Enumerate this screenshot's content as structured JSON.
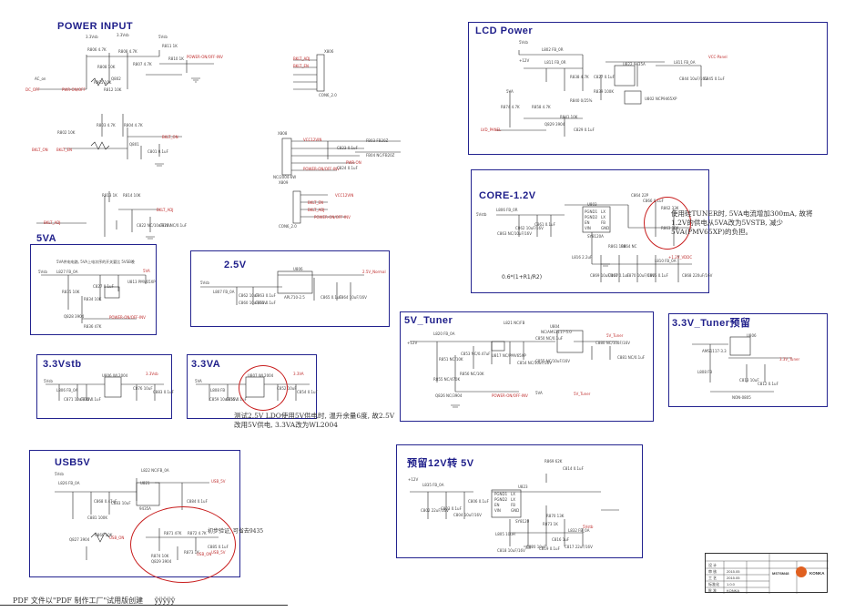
{
  "sections": {
    "power_input": "POWER INPUT",
    "lcd_power": "LCD Power",
    "core": "CORE-1.2V",
    "v5va": "5VA",
    "v25": "2.5V",
    "v5tuner": "5V_Tuner",
    "v33tuner": "3.3V_Tuner预留",
    "v33stb": "3.3Vstb",
    "v33va": "3.3VA",
    "usb5v": "USB5V",
    "reserve12v": "预留12V转 5V"
  },
  "notes": {
    "core_note": "使用硅TUNER时, 5VA电流增加300mA, 故将1.2V的供电从5VA改为5VSTB, 减少5VA(PMV65XP)的负担。",
    "core_formula": "0.6*(1+R1/R2)",
    "v33va_note": "测试2.5V LDO使用5V供电时, 温升余量6度, 故2.5V改用5V供电, 3.3VA改为WL2004",
    "usb_note": "初步验证, 可省去9435"
  },
  "labels": {
    "power_input": [
      "3.3Vsb",
      "3.3Vsb",
      "5Vsb",
      "R806 4.7K",
      "R808 4.7K",
      "R811 1K",
      "R808 10K",
      "R807 4.7K",
      "R810 1K",
      "R805 10K",
      "R812 10K",
      "Q802",
      "POWER-ON/OFF-INV",
      "PWR-ON/OFF",
      "AC_on",
      "DC_OFF",
      "R803 4.7K",
      "R804 4.7K",
      "R802 10K",
      "Q801",
      "C801 0.1uF",
      "BKLT_ON",
      "BKLT_ON",
      "BKLT_EN",
      "R813 1K",
      "R814 10K",
      "BKLT_ADJ",
      "BKLT_ADJ",
      "C822 NC/10uF/16V",
      "C821 NC/0.1uF",
      "X806",
      "BKLT_ADJ",
      "BKLT_EN",
      "CON6_2.0",
      "X808",
      "NC/2004-6W",
      "VCC12VIN",
      "POWER-ON/OFF-INV",
      "PWR-ON",
      "C823 0.1uF",
      "C824 0.1uF",
      "FB03 FB20Z",
      "FB04 NC/FB20Z",
      "X809",
      "CON6_2.0",
      "VCC12VIN",
      "BKLT_EN",
      "POWER-ON/OFF-INV",
      "BKLT_ADJ"
    ],
    "lcd_power": [
      "5Vsb",
      "L802 FB_0R",
      "L811 FB_0R",
      "+12V",
      "R838 4.7K",
      "C827 0.1uF",
      "U822 9435A",
      "L811 FB_0A",
      "VCC-Panel",
      "C844 10uF/16V",
      "C845 0.1uF",
      "R839 100K",
      "R840 0/25%",
      "U802 NCP9465XP",
      "5VA",
      "R874 4.7K",
      "R858 4.7K",
      "R841 10K",
      "Q829 3904",
      "LVD_PANEL",
      "C829 0.1uF"
    ],
    "core": [
      "5Vstb",
      "L806 FB_0R",
      "C863 NC/10uF/16V",
      "C862 10uF/16V",
      "C861 0.1uF",
      "U803",
      "PGND1",
      "PGND2",
      "EN",
      "VIN",
      "LX",
      "LX",
      "FB",
      "GND",
      "SY8120A",
      "R862 33K",
      "R863 10K",
      "C866 0.1uF",
      "C864 22P",
      "L810 FB_0A",
      "+1.2V_VDDC",
      "C868 220uF/16V",
      "C865 0.1uF",
      "L816 2.2uF",
      "C867 0.1uF",
      "C869 10uF/16V",
      "R861 10K",
      "C870 10uF/16V",
      "R864 NC"
    ],
    "v5va": [
      "5Vsb",
      "L827 FB_0A",
      "R835 10K",
      "C827 0.1uF",
      "U813 PMV65XP",
      "5VA",
      "R834 10K",
      "Q828 3904",
      "R836 47K",
      "POWER-ON/OFF-INV",
      "5VA供电电路, 5VA上电次序的开关要比 5VSB晚"
    ],
    "v25": [
      "5Vsb",
      "L807 FB_0A",
      "C860 10uF/16V",
      "C861 0.1uF",
      "U806",
      "APL710-2.5",
      "2.5V_Normal",
      "C865 0.1uF",
      "C864 10uF/16V",
      "C862 10uF",
      "C863 0.1uF"
    ],
    "v5tuner": [
      "+12V",
      "L820 FB_0A",
      "L821 NC/FB",
      "U804",
      "NC/AMS1117-5.0",
      "5V_Tuner",
      "C880 NC/10uF/16V",
      "C881 NC/0.1uF",
      "C853 NC/0.47uF",
      "R851 NC/10K",
      "U817 NC/PMV65XP",
      "R856 NC/10K",
      "R855 NC/470K",
      "Q826 NC/3904",
      "C854 NC/10uF/16V",
      "C850 NC/0.1uF",
      "POWER-ON/OFF-INV",
      "5VA",
      "5V_Tuner",
      "C855 NC/10uF/16V"
    ],
    "v33tuner": [
      "U806",
      "AMS1117-3.3",
      "3.3V_Tuner",
      "L808 FB",
      "C813 10uF",
      "C812 0.1uF",
      "NON-0805"
    ],
    "v33stb": [
      "5Vsb",
      "L806 FB_0A",
      "U806 WL2004",
      "3.3Vsb",
      "C871 10uF/16V",
      "C872 0.1uF",
      "C876 10uF",
      "C883 0.1uF"
    ],
    "v33va": [
      "5VA",
      "L808 FB",
      "U807 WL2004",
      "3.3VA",
      "C859 10uF/16V",
      "C855 0.1uF",
      "C852 10uF",
      "C854 0.1uF"
    ],
    "usb5v": [
      "5Vsb",
      "L826 FB_0A",
      "L822 NC/FB_0A",
      "U821",
      "9435A",
      "USB_5V",
      "C884 0.1uF",
      "C868 0.47uF",
      "C883 10uF",
      "C881 100K",
      "R871 47K",
      "R872 4.7K",
      "R873 1K",
      "R866 10K",
      "R874 10K",
      "Q827 3904",
      "Q829 3904",
      "USB_ON",
      "USB_ON",
      "USB_5V",
      "C885 0.1uF"
    ],
    "reserve12v": [
      "+12V",
      "L835 FB_0A",
      "C802 22uF/16V",
      "C803 0.1uF",
      "C804 10uF/16V",
      "C806 0.1uF",
      "U823",
      "PGND1",
      "PGND2",
      "EN",
      "VIN",
      "LX",
      "LX",
      "FB",
      "GND",
      "SY8120",
      "R869 62K",
      "R870 13K",
      "C814 0.1uF",
      "L832 FB_0A",
      "5Vstb",
      "C817 22uF/16V",
      "C820 10uF",
      "C819 0.1uF",
      "L805 10uH",
      "C818 10uF/16V",
      "R873 1K",
      "C816 1uF"
    ]
  },
  "title_block": {
    "company": "KONKA",
    "drawing": "MST6M48",
    "rows": [
      "设 计",
      "审 核",
      "工 艺",
      "标准化",
      "批 准"
    ],
    "values": [
      "2015.05",
      "2015.05",
      "1.0.0",
      "KONKA"
    ]
  },
  "footer": {
    "text": "PDF 文件以\"PDF 制作工厂\"试用版创建",
    "junk": "ÿÿÿÿÿ"
  }
}
